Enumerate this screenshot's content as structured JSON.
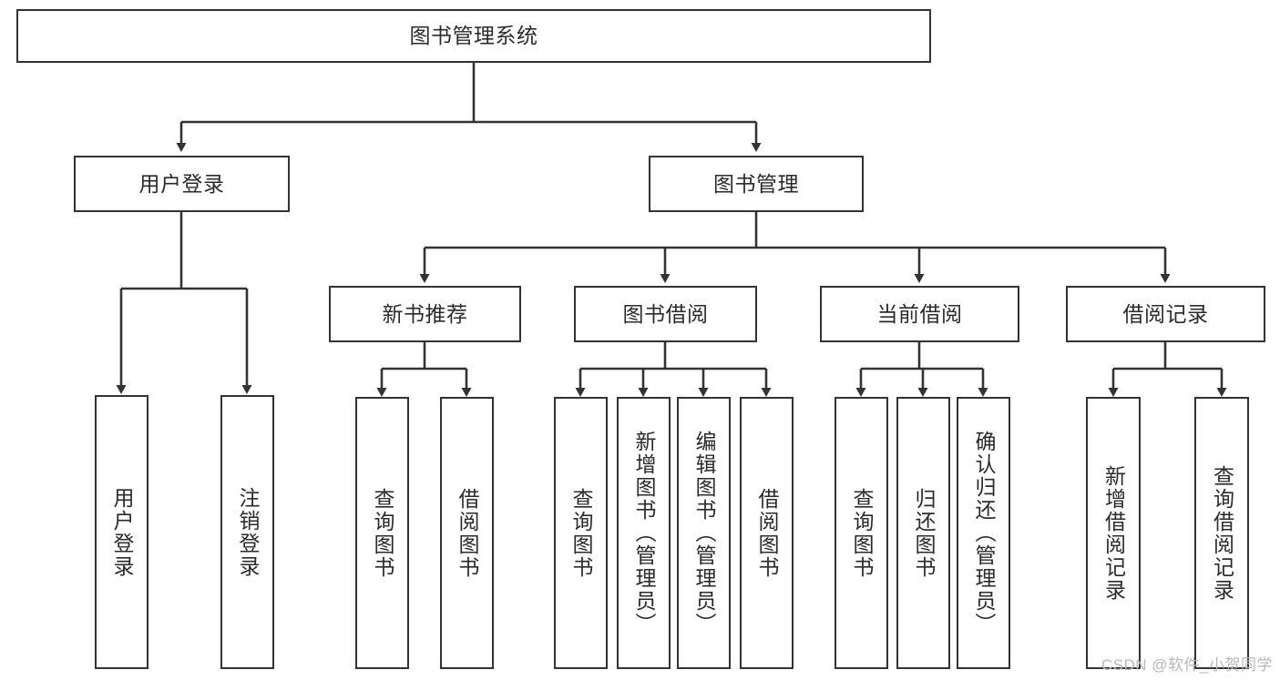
{
  "diagram": {
    "title": "图书管理系统",
    "type": "tree-hierarchy-diagram",
    "watermark": "CSDN @软件_小贺同学",
    "colors": {
      "background": "#ffffff",
      "box_border": "#333333",
      "box_fill": "#ffffff",
      "text": "#2b2b2b",
      "edge": "#333333",
      "watermark": "#b8b8b8"
    },
    "nodes": {
      "root": {
        "label": "图书管理系统",
        "level": 1,
        "orientation": "horizontal"
      },
      "level2": [
        {
          "id": "user-login",
          "label": "用户登录",
          "orientation": "horizontal"
        },
        {
          "id": "book-management",
          "label": "图书管理",
          "orientation": "horizontal"
        }
      ],
      "level3": [
        {
          "id": "new-book-recommend",
          "label": "新书推荐",
          "orientation": "horizontal"
        },
        {
          "id": "book-borrow",
          "label": "图书借阅",
          "orientation": "horizontal"
        },
        {
          "id": "current-borrow",
          "label": "当前借阅",
          "orientation": "horizontal"
        },
        {
          "id": "borrow-record",
          "label": "借阅记录",
          "orientation": "horizontal"
        }
      ],
      "leaves": [
        {
          "id": "leaf-user-login",
          "label": "用户登录",
          "parent": "user-login",
          "orientation": "vertical"
        },
        {
          "id": "leaf-user-logout",
          "label": "注销登录",
          "parent": "user-login",
          "orientation": "vertical"
        },
        {
          "id": "leaf-query-book-1",
          "label": "查询图书",
          "parent": "new-book-recommend",
          "orientation": "vertical"
        },
        {
          "id": "leaf-borrow-book-1",
          "label": "借阅图书",
          "parent": "new-book-recommend",
          "orientation": "vertical"
        },
        {
          "id": "leaf-query-book-2",
          "label": "查询图书",
          "parent": "book-borrow",
          "orientation": "vertical"
        },
        {
          "id": "leaf-add-book",
          "label": "新增图书（管理员）",
          "parent": "book-borrow",
          "orientation": "vertical"
        },
        {
          "id": "leaf-edit-book",
          "label": "编辑图书（管理员）",
          "parent": "book-borrow",
          "orientation": "vertical"
        },
        {
          "id": "leaf-borrow-book-2",
          "label": "借阅图书",
          "parent": "book-borrow",
          "orientation": "vertical"
        },
        {
          "id": "leaf-query-book-3",
          "label": "查询图书",
          "parent": "current-borrow",
          "orientation": "vertical"
        },
        {
          "id": "leaf-return-book",
          "label": "归还图书",
          "parent": "current-borrow",
          "orientation": "vertical"
        },
        {
          "id": "leaf-confirm-return",
          "label": "确认归还（管理员）",
          "parent": "current-borrow",
          "orientation": "vertical"
        },
        {
          "id": "leaf-add-record",
          "label": "新增借阅记录",
          "parent": "borrow-record",
          "orientation": "vertical"
        },
        {
          "id": "leaf-query-record",
          "label": "查询借阅记录",
          "parent": "borrow-record",
          "orientation": "vertical"
        }
      ]
    }
  }
}
